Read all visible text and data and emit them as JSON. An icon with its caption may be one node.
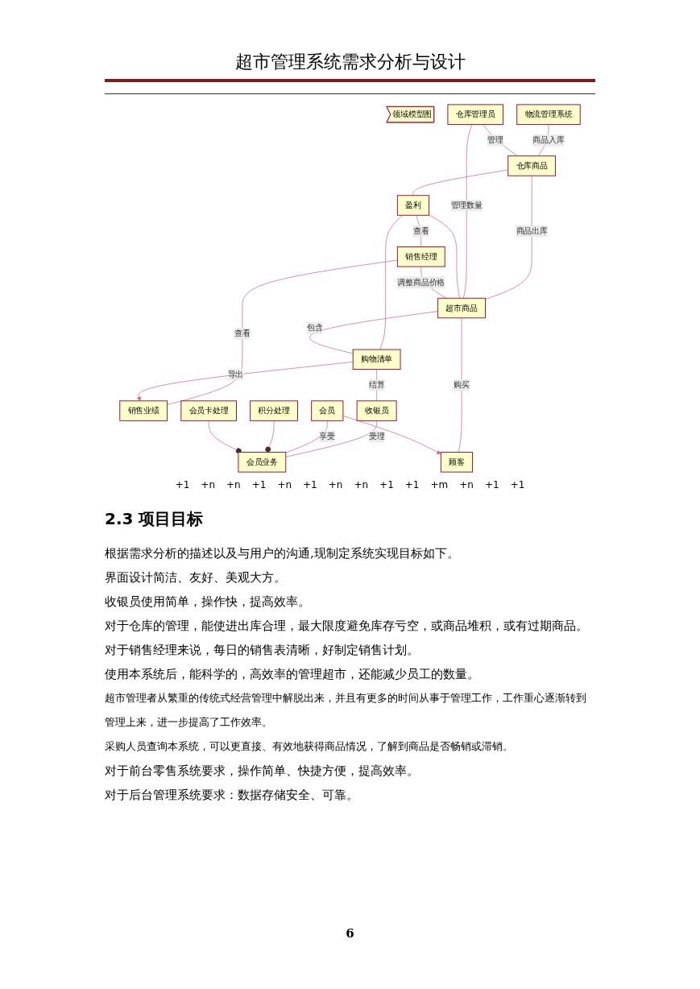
{
  "diagram": {
    "title": "超市管理系统需求分析与设计",
    "nodes": [
      {
        "text": [
          "领域模型图"
        ]
      },
      {
        "text": [
          "盈利"
        ]
      },
      {
        "text": [
          "物流管理系统"
        ]
      },
      {
        "text": [
          "仓库商品"
        ]
      },
      {
        "text": [
          "销售经理"
        ]
      },
      {
        "text": [
          "仓库管理员"
        ]
      },
      {
        "text": [
          "超市商品"
        ]
      },
      {
        "text": [
          "购物清单"
        ]
      },
      {
        "text": [
          "销售业绩"
        ]
      },
      {
        "text": [
          "顾客"
        ]
      },
      {
        "text": [
          "收银员"
        ]
      },
      {
        "text": [
          "会员"
        ]
      },
      {
        "text": [
          "会员业务"
        ]
      },
      {
        "text": [
          "积分处理"
        ]
      },
      {
        "text": [
          "会员卡处理"
        ]
      }
    ],
    "edges": [
      {
        "from": 2,
        "to": 3,
        "arrow": "none",
        "label": "商品入库"
      },
      {
        "from": 3,
        "to": 1,
        "arrow": "none"
      },
      {
        "from": 5,
        "to": 3,
        "arrow": "none",
        "label": "管理"
      },
      {
        "from": 3,
        "to": 6,
        "arrow": "none",
        "label": "商品出库"
      },
      {
        "from": 5,
        "to": 6,
        "arrow": "none",
        "label": "管理数量"
      },
      {
        "from": 1,
        "to": 6,
        "arrow": "none"
      },
      {
        "from": 1,
        "to": 4,
        "arrow": "none",
        "label": "查看"
      },
      {
        "from": 1,
        "to": 7,
        "arrow": "none"
      },
      {
        "from": 4,
        "to": 6,
        "arrow": "none",
        "label": "调整商品价格"
      },
      {
        "from": 4,
        "to": 8,
        "arrow": "none",
        "label": "查看"
      },
      {
        "from": 6,
        "to": 7,
        "arrow": "none",
        "label": "包含"
      },
      {
        "from": 7,
        "to": 8,
        "arrow": "to",
        "label": "导出"
      },
      {
        "from": 6,
        "to": 9,
        "arrow": "none",
        "label": "购买"
      },
      {
        "from": 7,
        "to": 10,
        "arrow": "none",
        "label": "结算"
      },
      {
        "from": 11,
        "to": 9,
        "arrow": "to"
      },
      {
        "from": 10,
        "to": 12,
        "arrow": "none",
        "label": "受理"
      },
      {
        "from": 11,
        "to": 12,
        "arrow": "none",
        "label": "享受"
      },
      {
        "from": 13,
        "to": 12,
        "arrow": "other"
      },
      {
        "from": 14,
        "to": 12,
        "arrow": "other"
      }
    ],
    "labels": [
      "+1",
      "+n",
      "+n",
      "+1",
      "+n",
      "+1",
      "+n",
      "+n",
      "+1",
      "+1",
      "+m",
      "+n",
      "+1",
      "+1",
      "2.3 项目目标",
      "根据需求分析的描述以及与用户的沟通,现制定系统实现目标如下。",
      "界面设计简洁、友好、美观大方。",
      "收银员使用简单，操作快，提高效率。",
      "对于仓库的管理，能使进出库合理，最大限度避免库存亏空，或商品堆积，或有过期商品。",
      "对于销售经理来说，每日的销售表清晰，好制定销售计划。",
      "使用本系统后，能科学的，高效率的管理超市，还能减少员工的数量。",
      "超市管理者从繁重的传统式经营管理中解脱出来，并且有更多的时间从事于管理工作，工作重心逐渐转到管理上来，进一步提高了工作效率。",
      "采购人员查询本系统，可以更直接、有效地获得商品情况，了解到商品是否畅销或滞销。",
      "对于前台零售系统要求，操作简单、快捷方便，提高效率。",
      "对于后台管理系统要求：数据存储安全、可靠。",
      "6"
    ]
  }
}
